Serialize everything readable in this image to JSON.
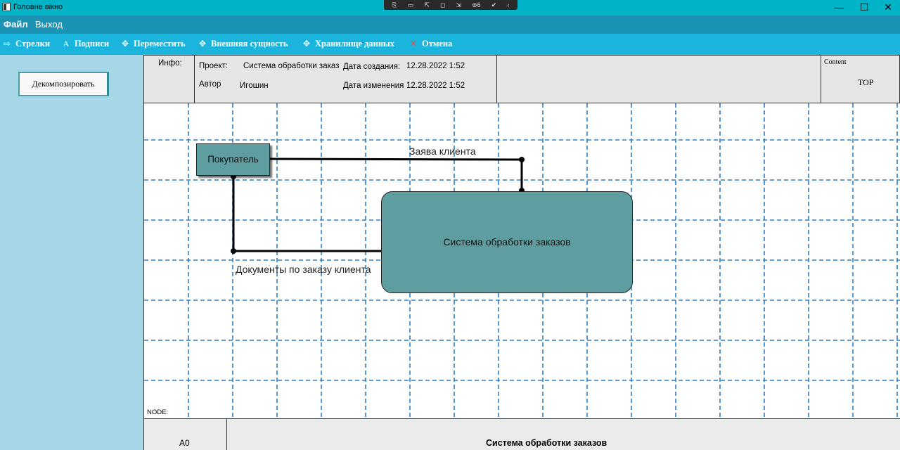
{
  "window": {
    "title": "Головне вікно",
    "controls": {
      "minimize": "—",
      "maximize": "☐",
      "close": "✕"
    },
    "capture_bar_glyphs": [
      "⎘",
      "▭",
      "⇱",
      "◻",
      "⇲",
      "⊚6",
      "✔",
      "‹"
    ]
  },
  "menu": {
    "file": "Файл",
    "exit": "Выход"
  },
  "toolbar": {
    "items": [
      {
        "icon": "arrow-right-icon",
        "glyph": "⇨",
        "label": "Стрелки"
      },
      {
        "icon": "text-label-icon",
        "glyph": "A",
        "label": "Подписи"
      },
      {
        "icon": "move-icon",
        "glyph": "✥",
        "label": "Переместить"
      },
      {
        "icon": "external-entity-icon",
        "glyph": "✥",
        "label": "Внешняя сущность"
      },
      {
        "icon": "data-store-icon",
        "glyph": "✥",
        "label": "Хранилище данных"
      },
      {
        "icon": "cancel-icon",
        "glyph": "✕",
        "label": "Отмена"
      }
    ]
  },
  "left_panel": {
    "decompose_label": "Декомпозировать"
  },
  "info": {
    "info_label": "Инфо:",
    "project_label": "Проект:",
    "project_value": "Система обработки заказ",
    "author_label": "Автор",
    "author_value": "Игошин",
    "created_label": "Дата создания:",
    "created_value": "12.28.2022 1:52",
    "modified_label": "Дата изменения",
    "modified_value": "12.28.2022 1:52",
    "content_label": "Content",
    "content_value": "TOP"
  },
  "diagram": {
    "entity_label": "Покупатель",
    "process_label": "Система обработки заказов",
    "arrow_request": "Заява клиента",
    "arrow_documents": "Документы по заказу клиента",
    "node_label": "NODE:"
  },
  "footer": {
    "node_id": "A0",
    "title": "Система обработки заказов"
  },
  "colors": {
    "titlebar": "#00b3c6",
    "menubar": "#1a93b5",
    "toolbar": "#1ab4dc",
    "left_panel": "#a6d7e6",
    "grid": "#2f7fc2",
    "shape_fill": "#5f9ea0"
  }
}
